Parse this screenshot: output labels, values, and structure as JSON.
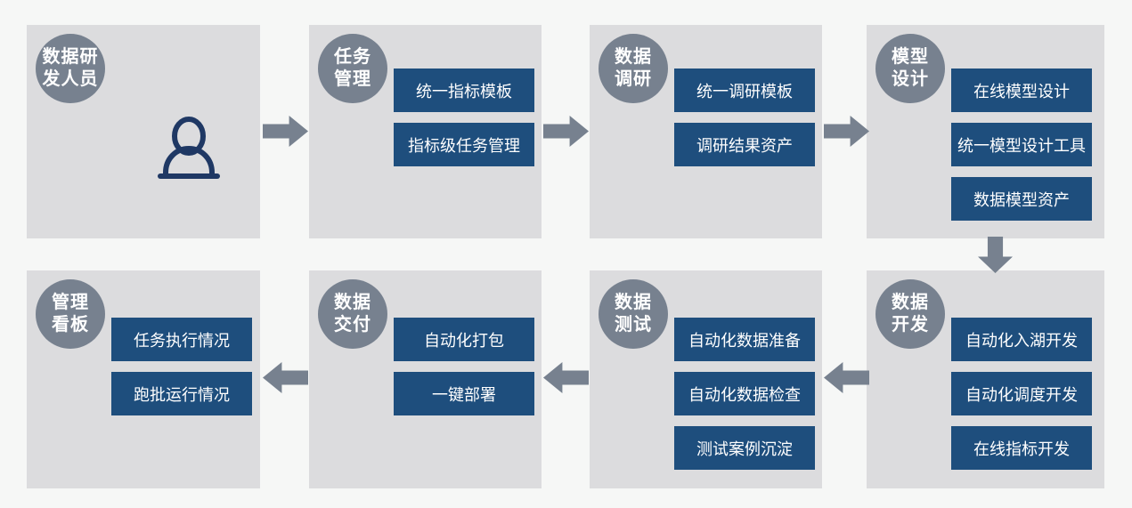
{
  "colors": {
    "background": "#f6f7f6",
    "box_fill": "#dcdcde",
    "badge_fill": "#77818f",
    "item_fill": "#1e4e7d",
    "arrow_fill": "#77818f",
    "person_icon": "#1f3864",
    "text_white": "#ffffff"
  },
  "stages": [
    {
      "id": "data-rd-staff",
      "badge_lines": [
        "数据研",
        "发人员"
      ],
      "icon": "person-icon",
      "items": []
    },
    {
      "id": "task-management",
      "badge_lines": [
        "任务",
        "管理"
      ],
      "items": [
        "统一指标模板",
        "指标级任务管理"
      ]
    },
    {
      "id": "data-research",
      "badge_lines": [
        "数据",
        "调研"
      ],
      "items": [
        "统一调研模板",
        "调研结果资产"
      ]
    },
    {
      "id": "model-design",
      "badge_lines": [
        "模型",
        "设计"
      ],
      "items": [
        "在线模型设计",
        "统一模型设计工具",
        "数据模型资产"
      ]
    },
    {
      "id": "management-dashboard",
      "badge_lines": [
        "管理",
        "看板"
      ],
      "items": [
        "任务执行情况",
        "跑批运行情况"
      ]
    },
    {
      "id": "data-delivery",
      "badge_lines": [
        "数据",
        "交付"
      ],
      "items": [
        "自动化打包",
        "一键部署"
      ]
    },
    {
      "id": "data-testing",
      "badge_lines": [
        "数据",
        "测试"
      ],
      "items": [
        "自动化数据准备",
        "自动化数据检查",
        "测试案例沉淀"
      ]
    },
    {
      "id": "data-development",
      "badge_lines": [
        "数据",
        "开发"
      ],
      "items": [
        "自动化入湖开发",
        "自动化调度开发",
        "在线指标开发"
      ]
    }
  ],
  "connections": [
    {
      "from": "data-rd-staff",
      "to": "task-management",
      "direction": "right"
    },
    {
      "from": "task-management",
      "to": "data-research",
      "direction": "right"
    },
    {
      "from": "data-research",
      "to": "model-design",
      "direction": "right"
    },
    {
      "from": "model-design",
      "to": "data-development",
      "direction": "down"
    },
    {
      "from": "data-development",
      "to": "data-testing",
      "direction": "left"
    },
    {
      "from": "data-testing",
      "to": "data-delivery",
      "direction": "left"
    },
    {
      "from": "data-delivery",
      "to": "management-dashboard",
      "direction": "left"
    }
  ]
}
